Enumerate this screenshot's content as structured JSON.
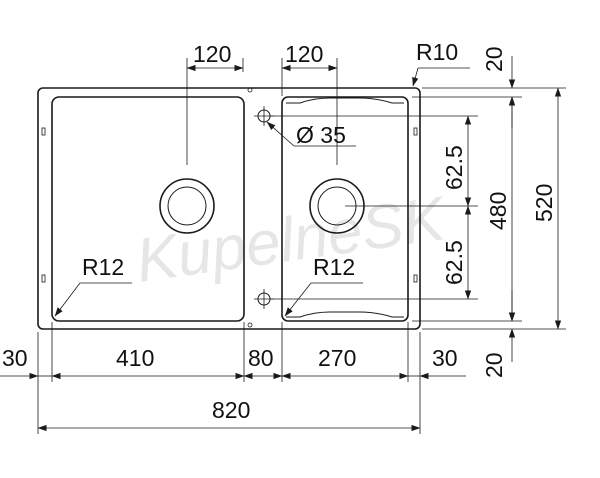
{
  "watermark": "KupelneSK",
  "labels": {
    "top_left_120": "120",
    "top_right_120": "120",
    "corner_r10": "R10",
    "top_20": "20",
    "hole_dia": "Ø 35",
    "offset_top": "62.5",
    "offset_bottom": "62.5",
    "height_480": "480",
    "height_520": "520",
    "radius_left": "R12",
    "radius_right": "R12",
    "left_30": "30",
    "width_410": "410",
    "width_80": "80",
    "width_270": "270",
    "right_30": "30",
    "bottom_20": "20",
    "total_820": "820"
  }
}
